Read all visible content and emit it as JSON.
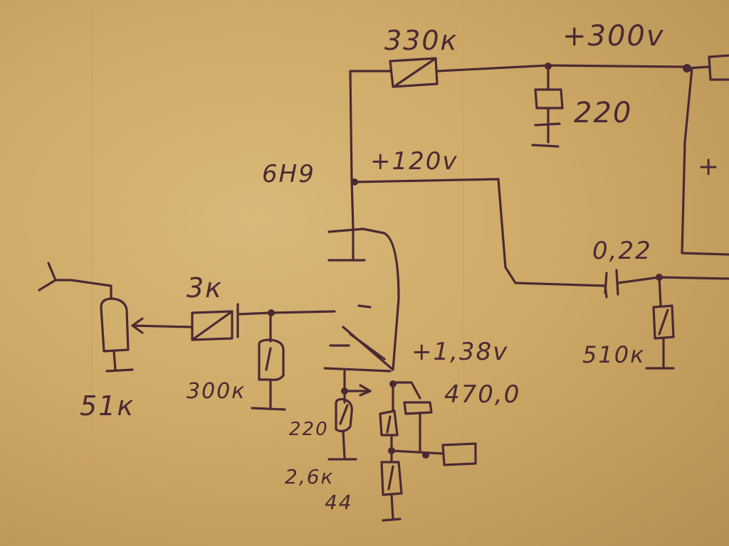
{
  "colors": {
    "paper": "#cda866",
    "ink": "#4a2a33"
  },
  "labels": {
    "r_plate": "330к",
    "v_supply": "+300v",
    "c_filter": "220",
    "tube": "6Н9",
    "v_plate": "+120v",
    "c_coupling": "0,22",
    "r_input_series": "3к",
    "r_grid": "300к",
    "v_cathode": "+1,38v",
    "c_cathode": "470,0",
    "r_cathode_a": "220",
    "r_cathode_b": "2,6к",
    "r_cathode_c": "44",
    "r_out_grid": "510к",
    "pot": "51к",
    "edge_partial": "+"
  }
}
